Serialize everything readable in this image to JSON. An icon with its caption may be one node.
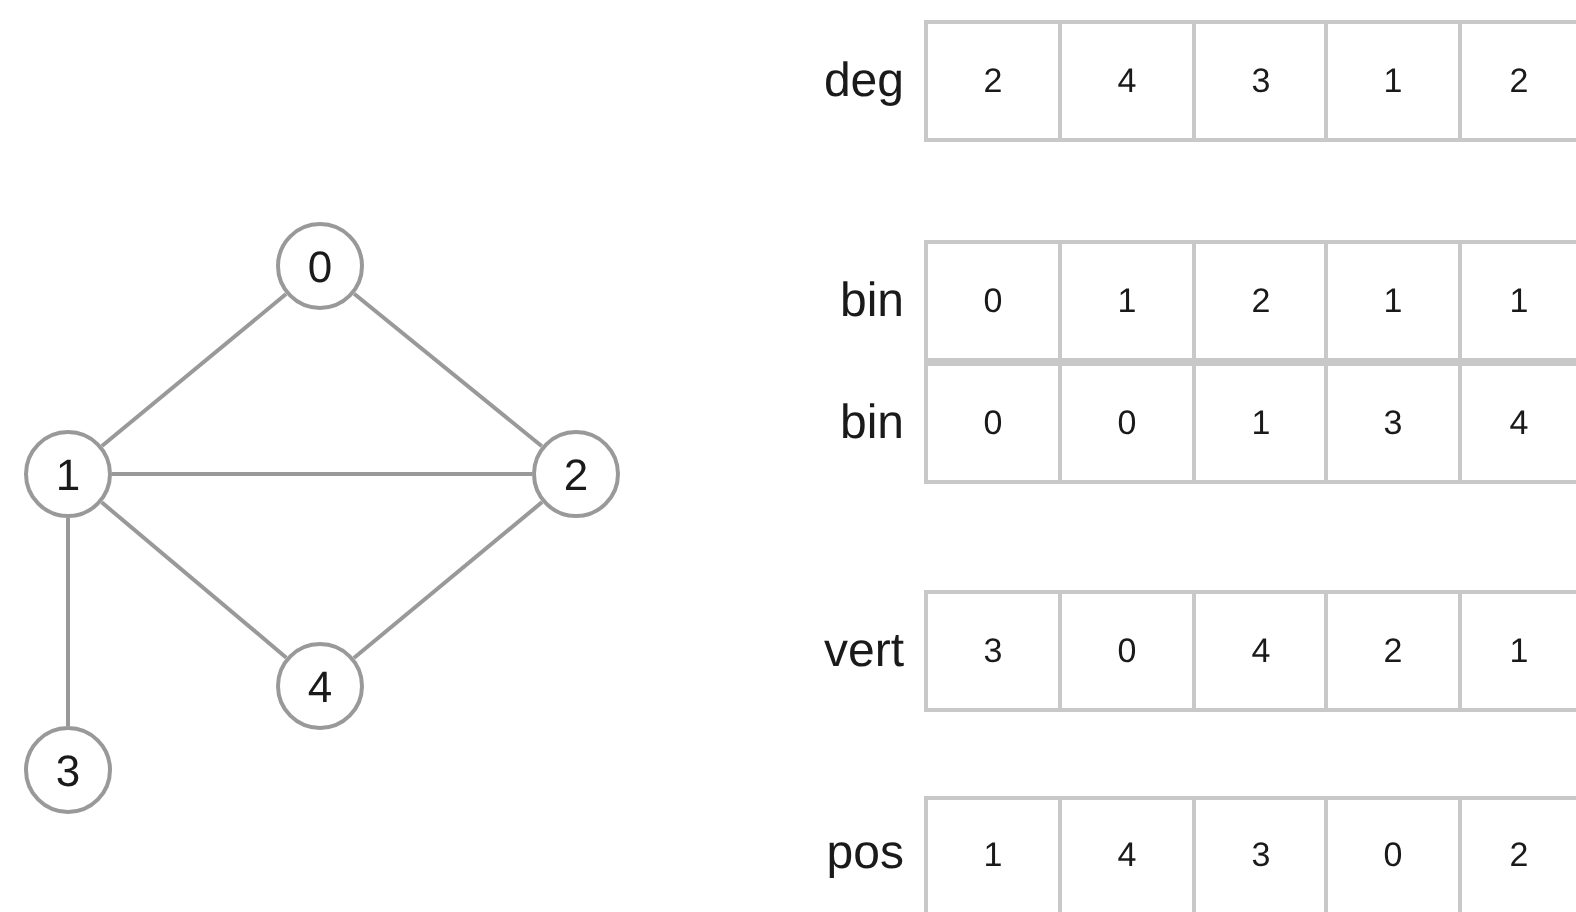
{
  "diagram": {
    "nodes": [
      {
        "text": [
          "0"
        ]
      },
      {
        "text": [
          "1"
        ]
      },
      {
        "text": [
          "2"
        ]
      },
      {
        "text": [
          "3"
        ]
      },
      {
        "text": [
          "4"
        ]
      }
    ],
    "edges": [
      {
        "from": 1,
        "to": 0,
        "arrow": "none"
      },
      {
        "from": 0,
        "to": 2,
        "arrow": "none"
      },
      {
        "from": 1,
        "to": 2,
        "arrow": "none"
      },
      {
        "from": 1,
        "to": 4,
        "arrow": "none"
      },
      {
        "from": 4,
        "to": 2,
        "arrow": "none"
      },
      {
        "from": 1,
        "to": 3,
        "arrow": "none"
      }
    ],
    "labels": [
      "deg",
      "2",
      "4",
      "3",
      "1",
      "2",
      "bin",
      "0",
      "1",
      "2",
      "1",
      "1",
      "bin",
      "0",
      "0",
      "1",
      "3",
      "4",
      "vert",
      "3",
      "0",
      "4",
      "2",
      "1",
      "pos",
      "1",
      "4",
      "3",
      "0",
      "2"
    ]
  }
}
